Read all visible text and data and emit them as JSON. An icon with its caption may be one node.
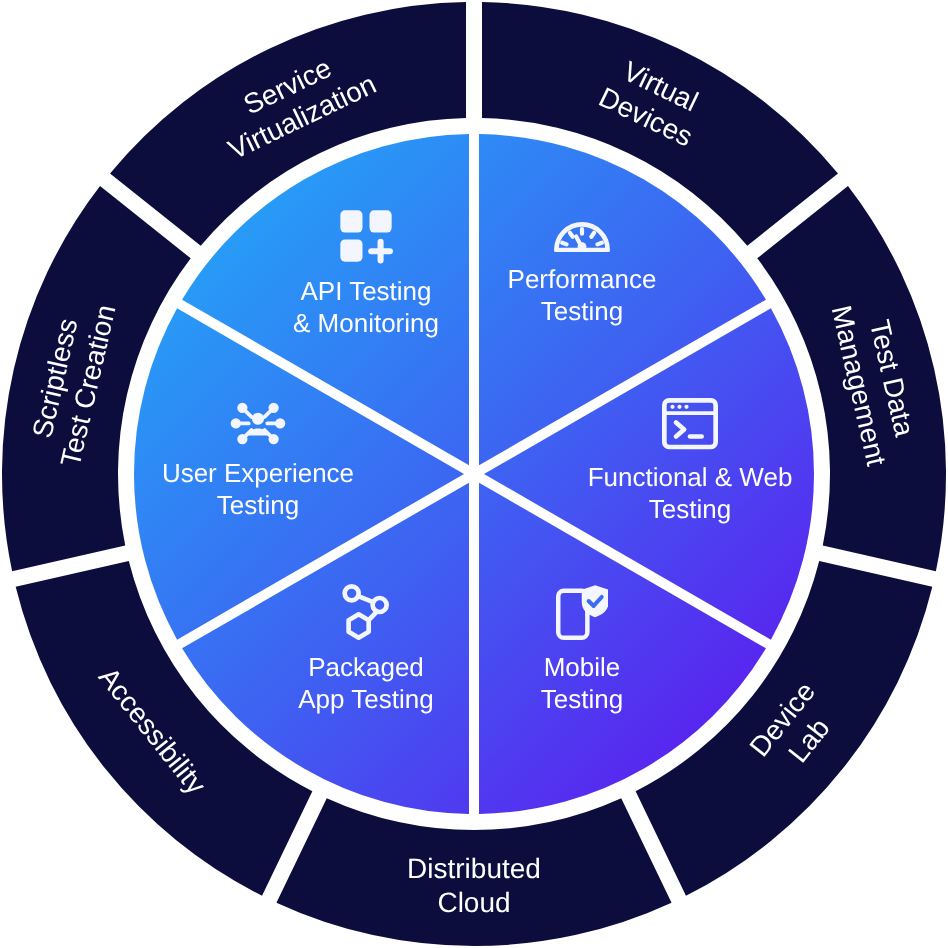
{
  "diagram": {
    "nodes": [
      {
        "text": [
          "API Testing & Monitoring"
        ]
      },
      {
        "text": [
          "Performance Testing"
        ]
      },
      {
        "text": [
          "Functional & Web Testing"
        ]
      },
      {
        "text": [
          "Mobile Testing"
        ]
      },
      {
        "text": [
          "Packaged App Testing"
        ]
      },
      {
        "text": [
          "User Experience Testing"
        ]
      },
      {
        "text": [
          "Service Virtualization"
        ]
      },
      {
        "text": [
          "Virtual Devices"
        ]
      },
      {
        "text": [
          "Test Data Management"
        ]
      },
      {
        "text": [
          "Device Lab"
        ]
      },
      {
        "text": [
          "Distributed Cloud"
        ]
      },
      {
        "text": [
          "Accessibility"
        ]
      },
      {
        "text": [
          "Scriptless Test Creation"
        ]
      }
    ]
  }
}
